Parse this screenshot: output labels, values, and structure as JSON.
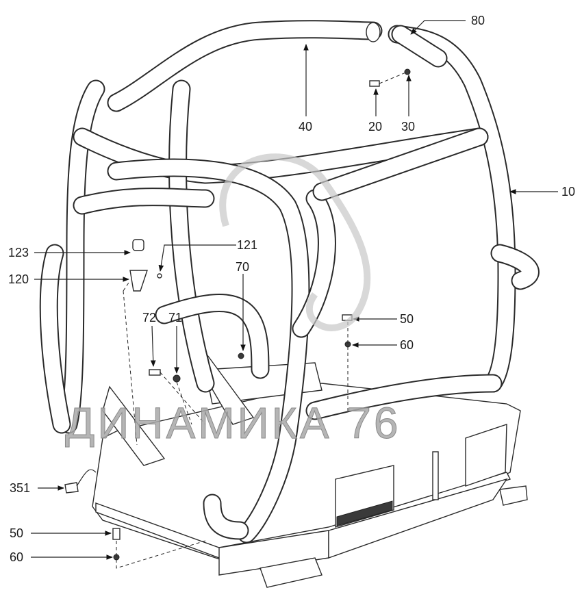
{
  "diagram": {
    "watermark": "ДИНАМИКА 76",
    "callouts": [
      {
        "id": "c80",
        "label": "80"
      },
      {
        "id": "c40",
        "label": "40"
      },
      {
        "id": "c20",
        "label": "20"
      },
      {
        "id": "c30",
        "label": "30"
      },
      {
        "id": "c10",
        "label": "10"
      },
      {
        "id": "c123",
        "label": "123"
      },
      {
        "id": "c121",
        "label": "121"
      },
      {
        "id": "c120",
        "label": "120"
      },
      {
        "id": "c70",
        "label": "70"
      },
      {
        "id": "c72",
        "label": "72"
      },
      {
        "id": "c71",
        "label": "71"
      },
      {
        "id": "c50a",
        "label": "50"
      },
      {
        "id": "c60a",
        "label": "60"
      },
      {
        "id": "c351",
        "label": "351"
      },
      {
        "id": "c50b",
        "label": "50"
      },
      {
        "id": "c60b",
        "label": "60"
      }
    ]
  }
}
